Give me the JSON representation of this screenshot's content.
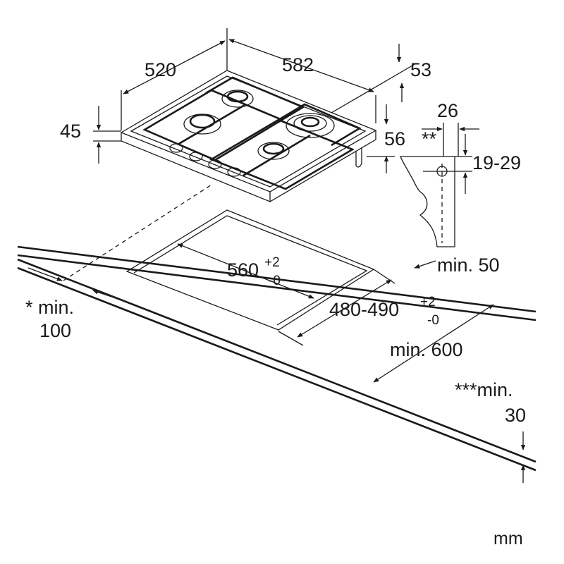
{
  "hob": {
    "width": "582",
    "depth": "520",
    "height": "45",
    "side_offset": "53",
    "depth_below": "56"
  },
  "profile": {
    "gap": "26",
    "note_marker": "**",
    "thickness": "19-29"
  },
  "cutout": {
    "width_base": "560",
    "width_tol_plus": "+2",
    "width_tol_minus": "-0",
    "depth_base": "480-490",
    "depth_tol_plus": "+2",
    "depth_tol_minus": "-0"
  },
  "clearances": {
    "rear": "min. 50",
    "worktop_depth": "min. 600",
    "side_line1": "* min.",
    "side_line2": "100",
    "front_line1": "***min.",
    "front_line2": "30"
  },
  "unit": "mm"
}
